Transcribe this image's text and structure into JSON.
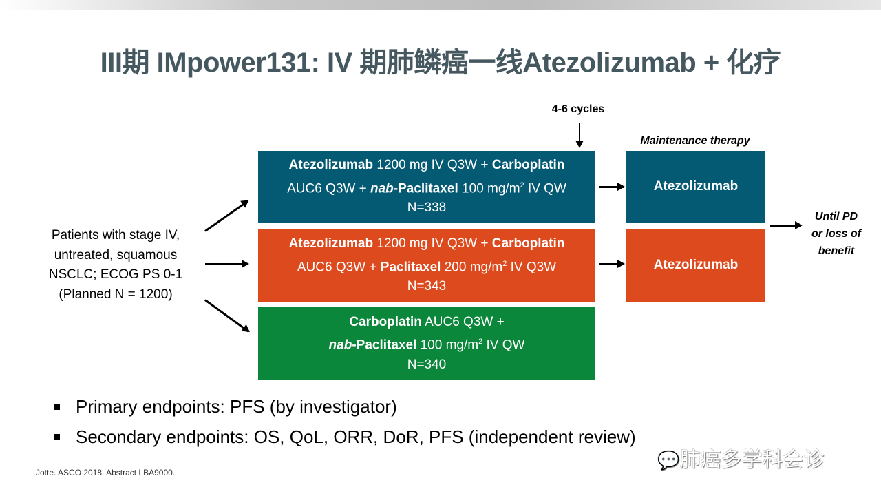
{
  "title": "III期 IMpower131: IV 期肺鳞癌一线Atezolizumab + 化疗",
  "cycles_label": "4-6 cycles",
  "maintenance_label": "Maintenance therapy",
  "population": [
    "Patients with stage IV,",
    "untreated, squamous",
    "NSCLC; ECOG PS 0-1",
    "(Planned N = 1200)"
  ],
  "arm_a": {
    "drug1": "Atezolizumab",
    "dose1": " 1200 mg IV Q3W + ",
    "drug2": "Carboplatin",
    "dose2": "AUC6 Q3W + ",
    "nab": "nab",
    "drug3": "-Paclitaxel",
    "dose3": " 100 mg/m",
    "sup": "2",
    "dose3b": " IV QW",
    "n": "N=338"
  },
  "arm_b": {
    "drug1": "Atezolizumab",
    "dose1": " 1200 mg IV Q3W + ",
    "drug2": "Carboplatin",
    "dose2": "AUC6 Q3W + ",
    "drug3": "Paclitaxel",
    "dose3": " 200 mg/m",
    "sup": "2",
    "dose3b": " IV Q3W",
    "n": "N=343"
  },
  "arm_c": {
    "drug1": "Carboplatin",
    "dose1": " AUC6 Q3W +",
    "nab": "nab",
    "drug2": "-Paclitaxel",
    "dose2": " 100 mg/m",
    "sup": "2",
    "dose2b": " IV QW",
    "n": "N=340"
  },
  "maint_a": "Atezolizumab",
  "maint_b": "Atezolizumab",
  "until": [
    "Until PD",
    "or loss of",
    "benefit"
  ],
  "bullets": [
    "Primary endpoints: PFS (by investigator)",
    "Secondary endpoints: OS, QoL, ORR, DoR, PFS (independent review)"
  ],
  "footnote": "Jotte. ASCO 2018. Abstract LBA9000.",
  "watermark": "肺癌多学科会诊",
  "colors": {
    "teal": "#045a73",
    "orange": "#dc4a1e",
    "green": "#0b873b",
    "title": "#45575f"
  }
}
